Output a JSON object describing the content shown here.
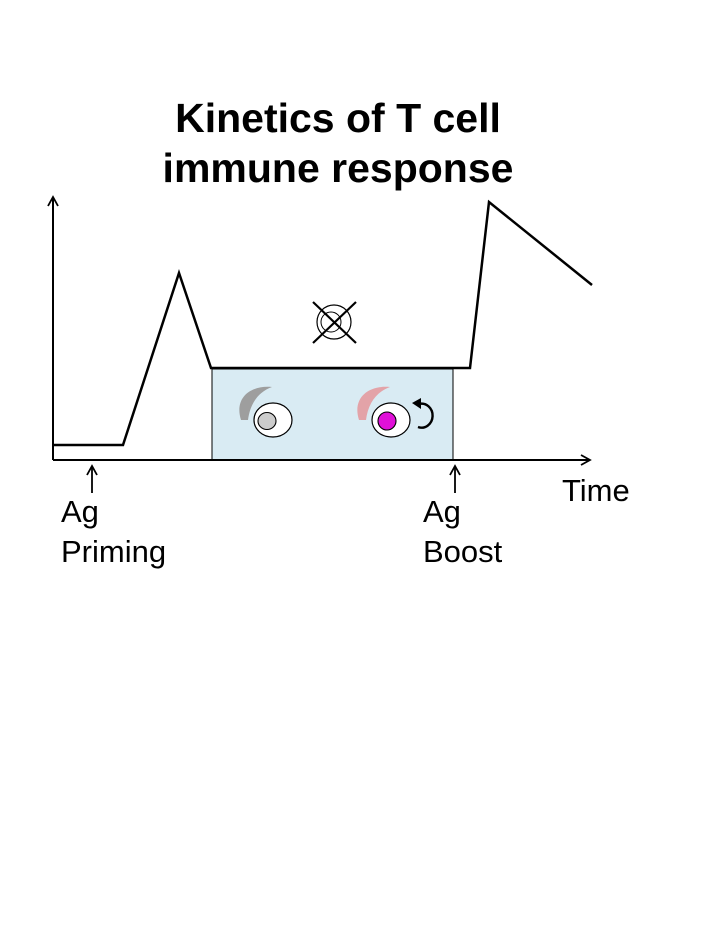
{
  "title": {
    "line1": "Kinetics of T cell",
    "line2": "immune response"
  },
  "axis": {
    "x_label": "Time"
  },
  "events": [
    {
      "line1": "Ag",
      "line2": "Priming"
    },
    {
      "line1": "Ag",
      "line2": "Boost"
    }
  ],
  "colors": {
    "memory_box_fill": "#d9ebf3",
    "naive_arc": "#9e9e9e",
    "naive_nucleus": "#cccccc",
    "memory_arc": "#e3a3a8",
    "memory_nucleus": "#e010d8"
  },
  "icons": {
    "crossed_cell": "crossed-out-cell-icon",
    "cycle": "circular-arrow-icon"
  }
}
